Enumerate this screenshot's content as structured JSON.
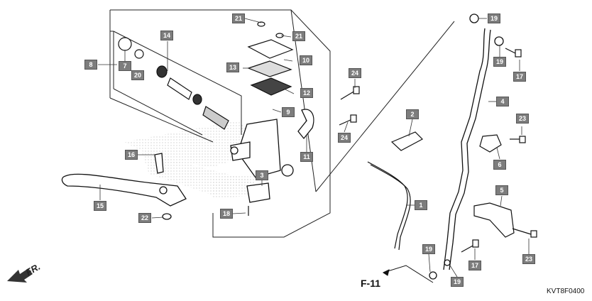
{
  "callouts": [
    "21",
    "21",
    "14",
    "8",
    "7",
    "20",
    "10",
    "13",
    "12",
    "9",
    "11",
    "24",
    "24",
    "16",
    "3",
    "15",
    "22",
    "18",
    "19",
    "19",
    "17",
    "4",
    "2",
    "23",
    "6",
    "5",
    "1",
    "19",
    "17",
    "19",
    "23"
  ],
  "refs": {
    "fr": "FR.",
    "f11": "F-11"
  },
  "diagram_code": "KVT8F0400"
}
